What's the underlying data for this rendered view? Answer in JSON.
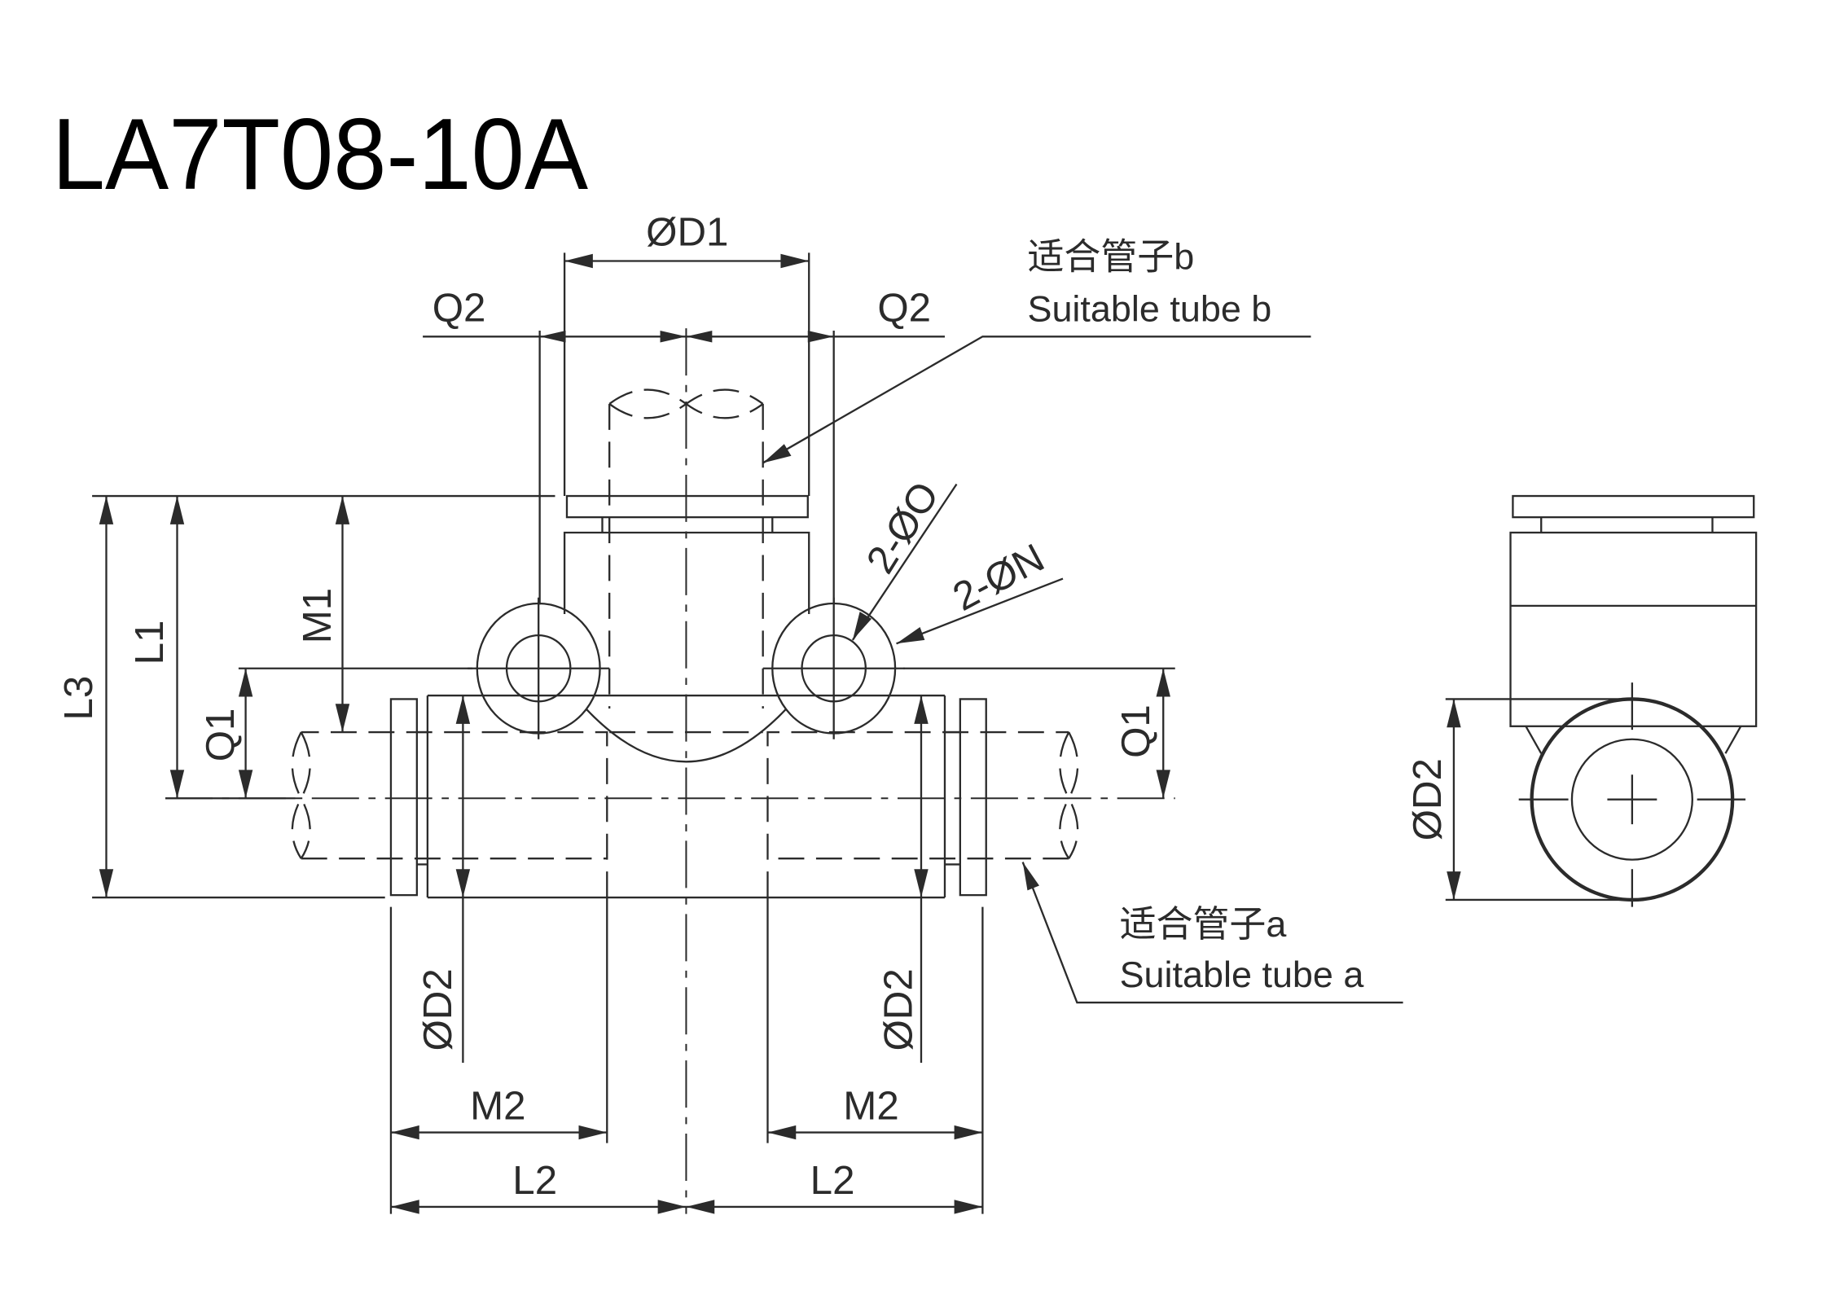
{
  "title": "LA7T08-10A",
  "dimensions": {
    "d1": "ØD1",
    "q2_left": "Q2",
    "q2_right": "Q2",
    "l3": "L3",
    "l1": "L1",
    "m1": "M1",
    "q1_left": "Q1",
    "q1_right": "Q1",
    "o_holes": "2-ØO",
    "n_holes": "2-ØN",
    "d2_left": "ØD2",
    "d2_right": "ØD2",
    "d2_side": "ØD2",
    "m2_left": "M2",
    "m2_right": "M2",
    "l2_left": "L2",
    "l2_right": "L2"
  },
  "notes": {
    "tube_b_cn": "适合管子b",
    "tube_b_en": "Suitable tube b",
    "tube_a_cn": "适合管子a",
    "tube_a_en": "Suitable tube a"
  }
}
